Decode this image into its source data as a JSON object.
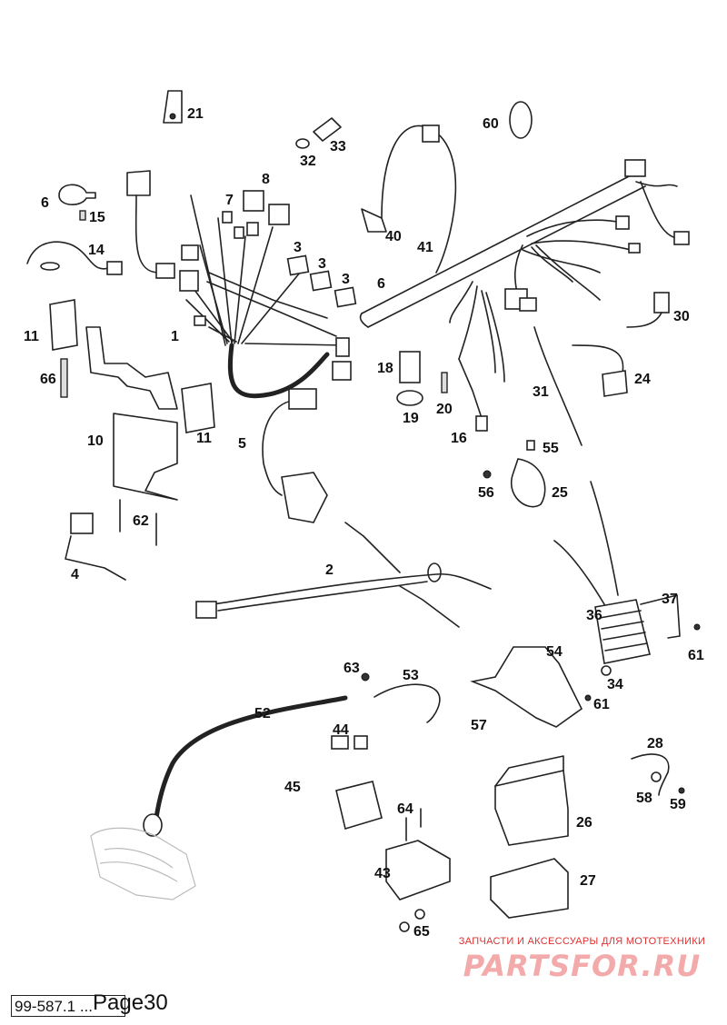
{
  "diagram": {
    "callouts": [
      "1",
      "2",
      "3",
      "3",
      "3",
      "4",
      "5",
      "6",
      "6",
      "7",
      "8",
      "10",
      "11",
      "11",
      "14",
      "15",
      "16",
      "18",
      "19",
      "20",
      "21",
      "24",
      "25",
      "26",
      "27",
      "28",
      "30",
      "31",
      "32",
      "33",
      "34",
      "36",
      "37",
      "40",
      "41",
      "43",
      "44",
      "45",
      "52",
      "53",
      "54",
      "55",
      "56",
      "57",
      "58",
      "59",
      "60",
      "61",
      "61",
      "62",
      "63",
      "64",
      "65",
      "66"
    ]
  },
  "footer": {
    "code": "99-587.1 ...",
    "page_label": "Page30"
  },
  "watermark": {
    "caption": "ЗАПЧАСТИ И АКСЕССУАРЫ ДЛЯ МОТОТЕХНИКИ",
    "logo": "PARTSFOR.RU"
  }
}
